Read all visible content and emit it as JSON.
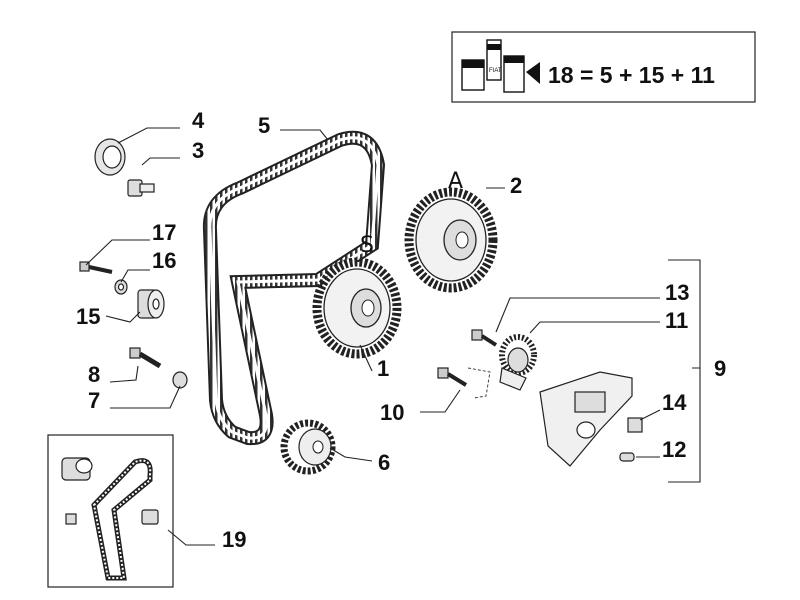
{
  "kit_box": {
    "formula": "18 = 5 + 15 + 11",
    "logo_text": "FIAT"
  },
  "callouts": {
    "c1": "1",
    "c2": "2",
    "c3": "3",
    "c4": "4",
    "c5": "5",
    "c6": "6",
    "c7": "7",
    "c8": "8",
    "c9": "9",
    "c10": "10",
    "c11": "11",
    "c12": "12",
    "c13": "13",
    "c14": "14",
    "c15": "15",
    "c16": "16",
    "c17": "17",
    "c19": "19"
  },
  "pulley_letters": {
    "exhaust": "A",
    "intake": "S"
  },
  "icons": {
    "kit": "parts-kit-boxes-icon",
    "belt": "timing-belt",
    "pulleys": "camshaft-pulley",
    "tensioner": "belt-tensioner"
  }
}
